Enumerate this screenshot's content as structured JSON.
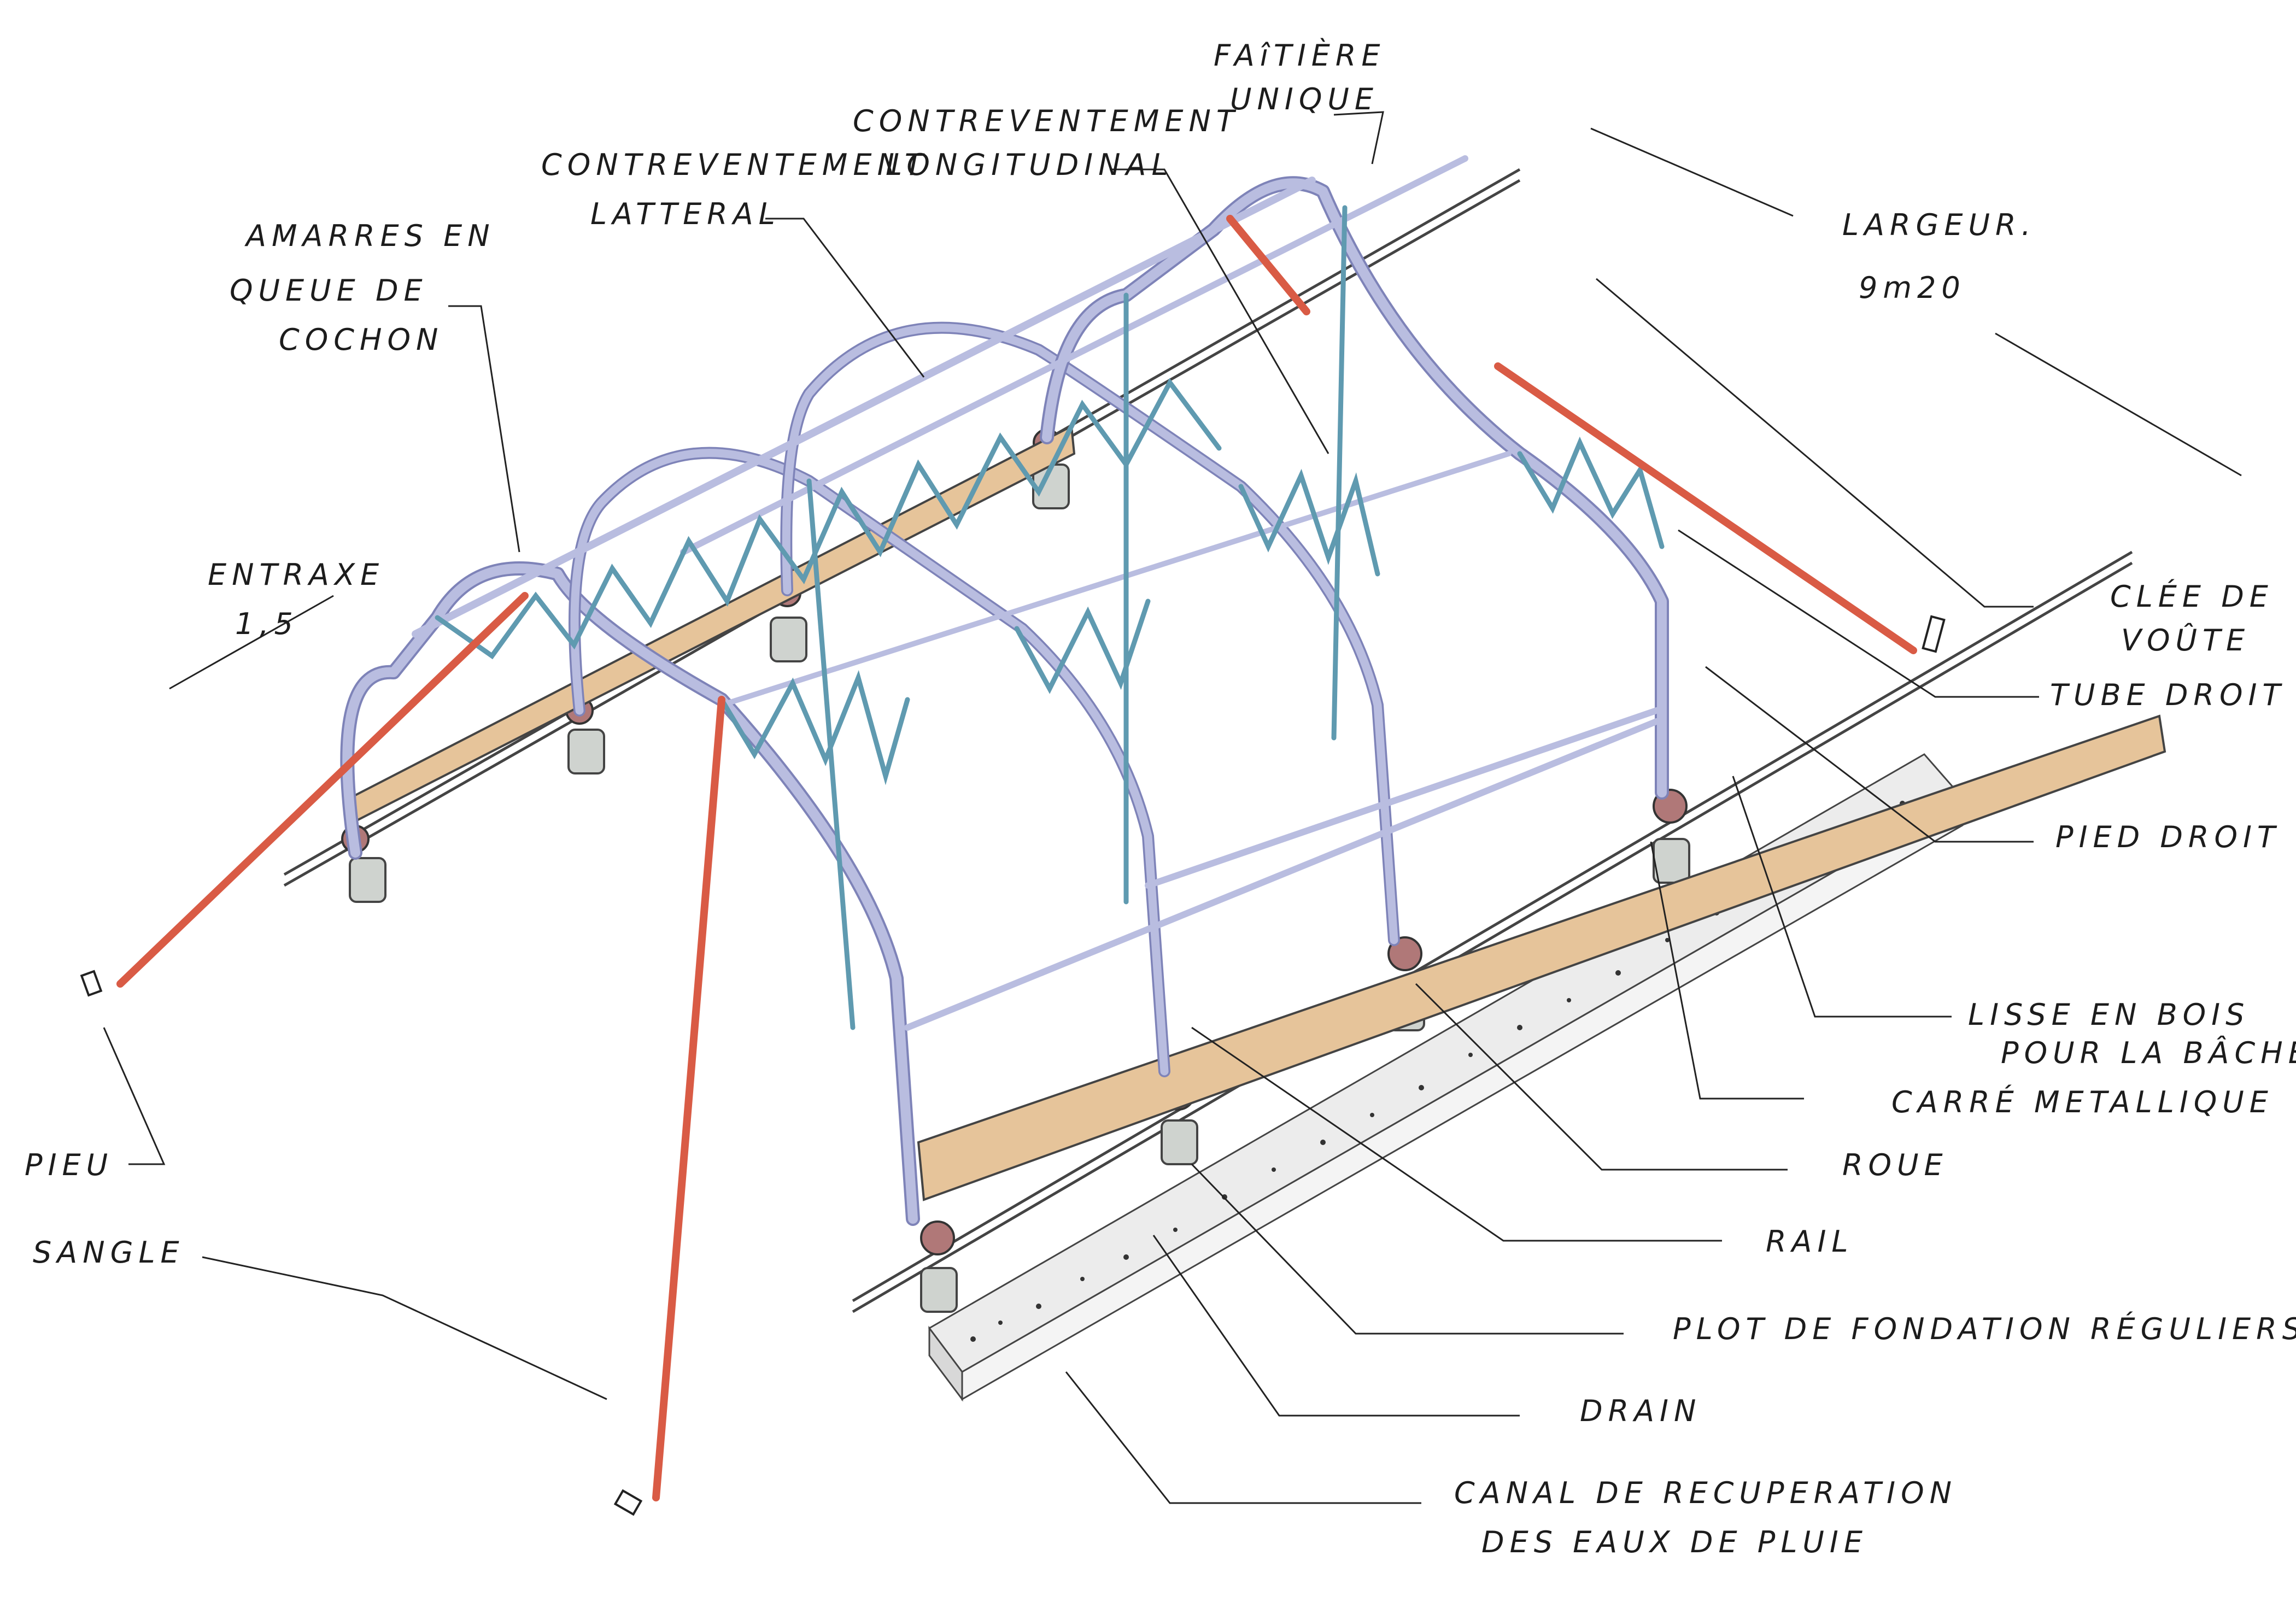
{
  "labels": {
    "faitiere": [
      "FAîTIÈRE",
      "UNIQUE"
    ],
    "contrev_longi": [
      "CONTREVENTEMENT",
      "LONGITUDINAL"
    ],
    "contrev_lat": [
      "CONTREVENTEMENT",
      "LATTERAL"
    ],
    "amarres": [
      "AMARRES EN",
      "QUEUE DE",
      "COCHON"
    ],
    "largeur": [
      "LARGEUR.",
      "9m20"
    ],
    "entraxe": [
      "ENTRAXE",
      "1,5"
    ],
    "clee": [
      "CLÉE DE",
      "VOÛTE"
    ],
    "tube_droit": "TUBE DROIT",
    "pied_droit": "PIED DROIT",
    "lisse": [
      "LISSE EN BOIS",
      "POUR LA BÂCHE"
    ],
    "carre": "CARRÉ METALLIQUE",
    "roue": "ROUE",
    "rail": "RAIL",
    "plot": "PLOT DE FONDATION RÉGULIERS",
    "drain": "DRAIN",
    "canal": [
      "CANAL DE RECUPERATION",
      "DES EAUX DE PLUIE"
    ],
    "pieu": "PIEU",
    "sangle": "SANGLE"
  },
  "colors": {
    "arch": "#b9bde0",
    "arch_edge": "#7e83b8",
    "truss": "#5f9ab0",
    "strap": "#d95b45",
    "wood": "#e6c49a",
    "footing": "#cfd3cf",
    "wheel": "#b07878",
    "gutter": "#ececec"
  },
  "icons": [
    "stake-icon",
    "wheel-icon",
    "footing-icon"
  ]
}
